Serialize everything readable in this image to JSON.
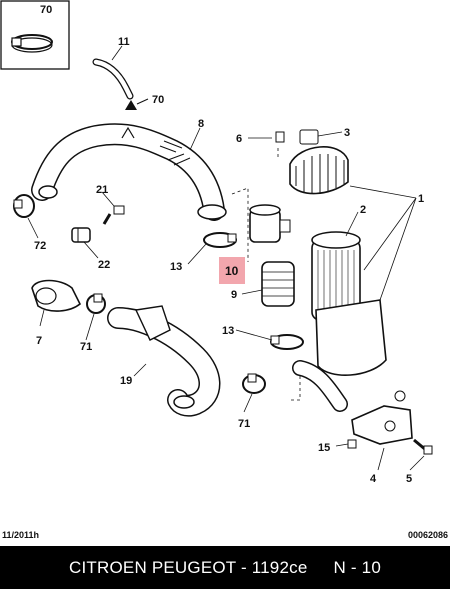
{
  "diagram": {
    "inset_label": "70",
    "highlight_label": "10",
    "callouts": {
      "c11": "11",
      "c70": "70",
      "c8": "8",
      "c6": "6",
      "c3": "3",
      "c1": "1",
      "c2": "2",
      "c21": "21",
      "c72": "72",
      "c22": "22",
      "c13a": "13",
      "c9": "9",
      "c7": "7",
      "c71a": "71",
      "c13b": "13",
      "c19": "19",
      "c71b": "71",
      "c15": "15",
      "c4": "4",
      "c5": "5"
    }
  },
  "meta": {
    "date_code": "11/2011h",
    "doc_code": "00062086"
  },
  "footer": {
    "brand_ref": "CITROEN PEUGEOT - 1192ce",
    "position_ref": "N - 10"
  },
  "colors": {
    "highlight": "#f2a6ad",
    "footer_bg": "#000000",
    "footer_text": "#ffffff"
  }
}
